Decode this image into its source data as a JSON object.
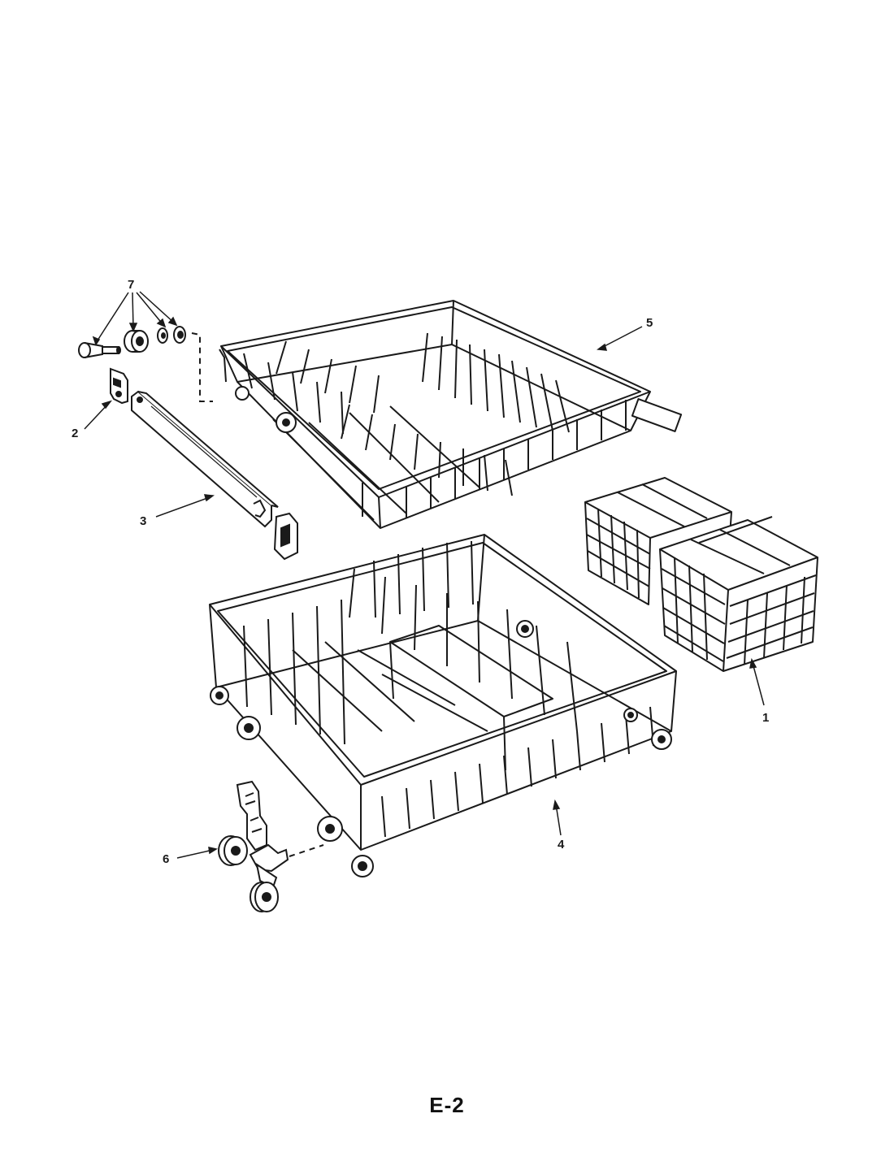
{
  "diagram": {
    "line_color": "#1a1a1a",
    "callouts": {
      "c1": "1",
      "c2": "2",
      "c3": "3",
      "c4": "4",
      "c5": "5",
      "c6": "6",
      "c7": "7"
    },
    "page_label": "E-2"
  }
}
